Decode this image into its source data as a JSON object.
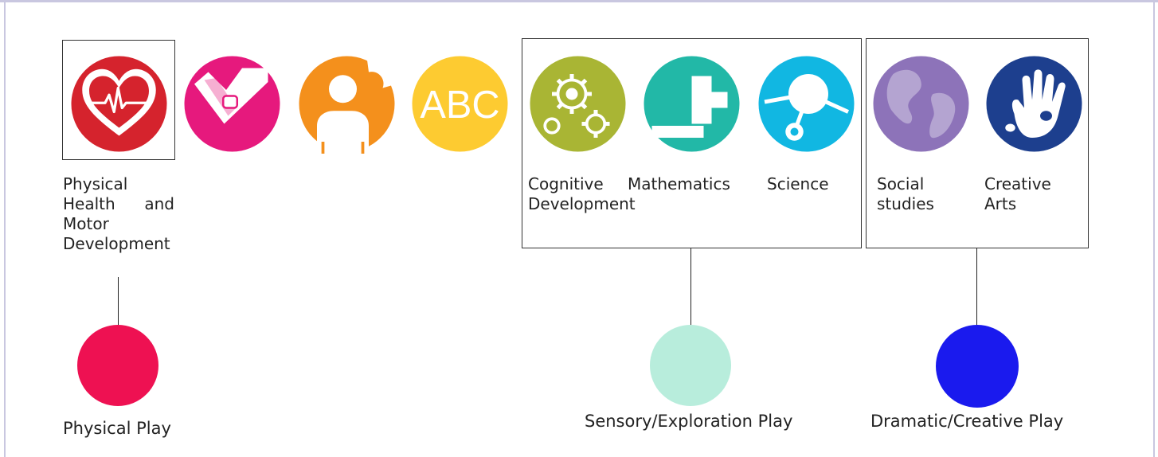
{
  "domains": [
    {
      "id": "physical",
      "label": "Physical Health and Motor Development",
      "icon": "heart-pulse-icon",
      "color": "#d5232d"
    },
    {
      "id": "social-emotional",
      "label": "",
      "icon": "handshake-icon",
      "color": "#e6197d"
    },
    {
      "id": "approaches",
      "label": "",
      "icon": "person-icon",
      "color": "#f4901c"
    },
    {
      "id": "language",
      "label": "",
      "icon": "abc-icon",
      "color": "#fdcb31",
      "icon_text": "ABC"
    },
    {
      "id": "cognitive",
      "label": "Cognitive Development",
      "icon": "gears-icon",
      "color": "#a9b534"
    },
    {
      "id": "mathematics",
      "label": "Mathematics",
      "icon": "plus-minus-icon",
      "color": "#22b8a7"
    },
    {
      "id": "science",
      "label": "Science",
      "icon": "molecule-icon",
      "color": "#11b7e2"
    },
    {
      "id": "social-studies",
      "label": "Social studies",
      "icon": "globe-icon",
      "color": "#8d73b9"
    },
    {
      "id": "creative-arts",
      "label": "Creative Arts",
      "icon": "hand-icon",
      "color": "#1d3f8e"
    }
  ],
  "play_types": [
    {
      "id": "physical-play",
      "label": "Physical Play",
      "color": "#ee1152"
    },
    {
      "id": "sensory-play",
      "label": "Sensory/Exploration Play",
      "color": "#b8eddc"
    },
    {
      "id": "dramatic-play",
      "label": "Dramatic/Creative Play",
      "color": "#1a1aee"
    }
  ]
}
